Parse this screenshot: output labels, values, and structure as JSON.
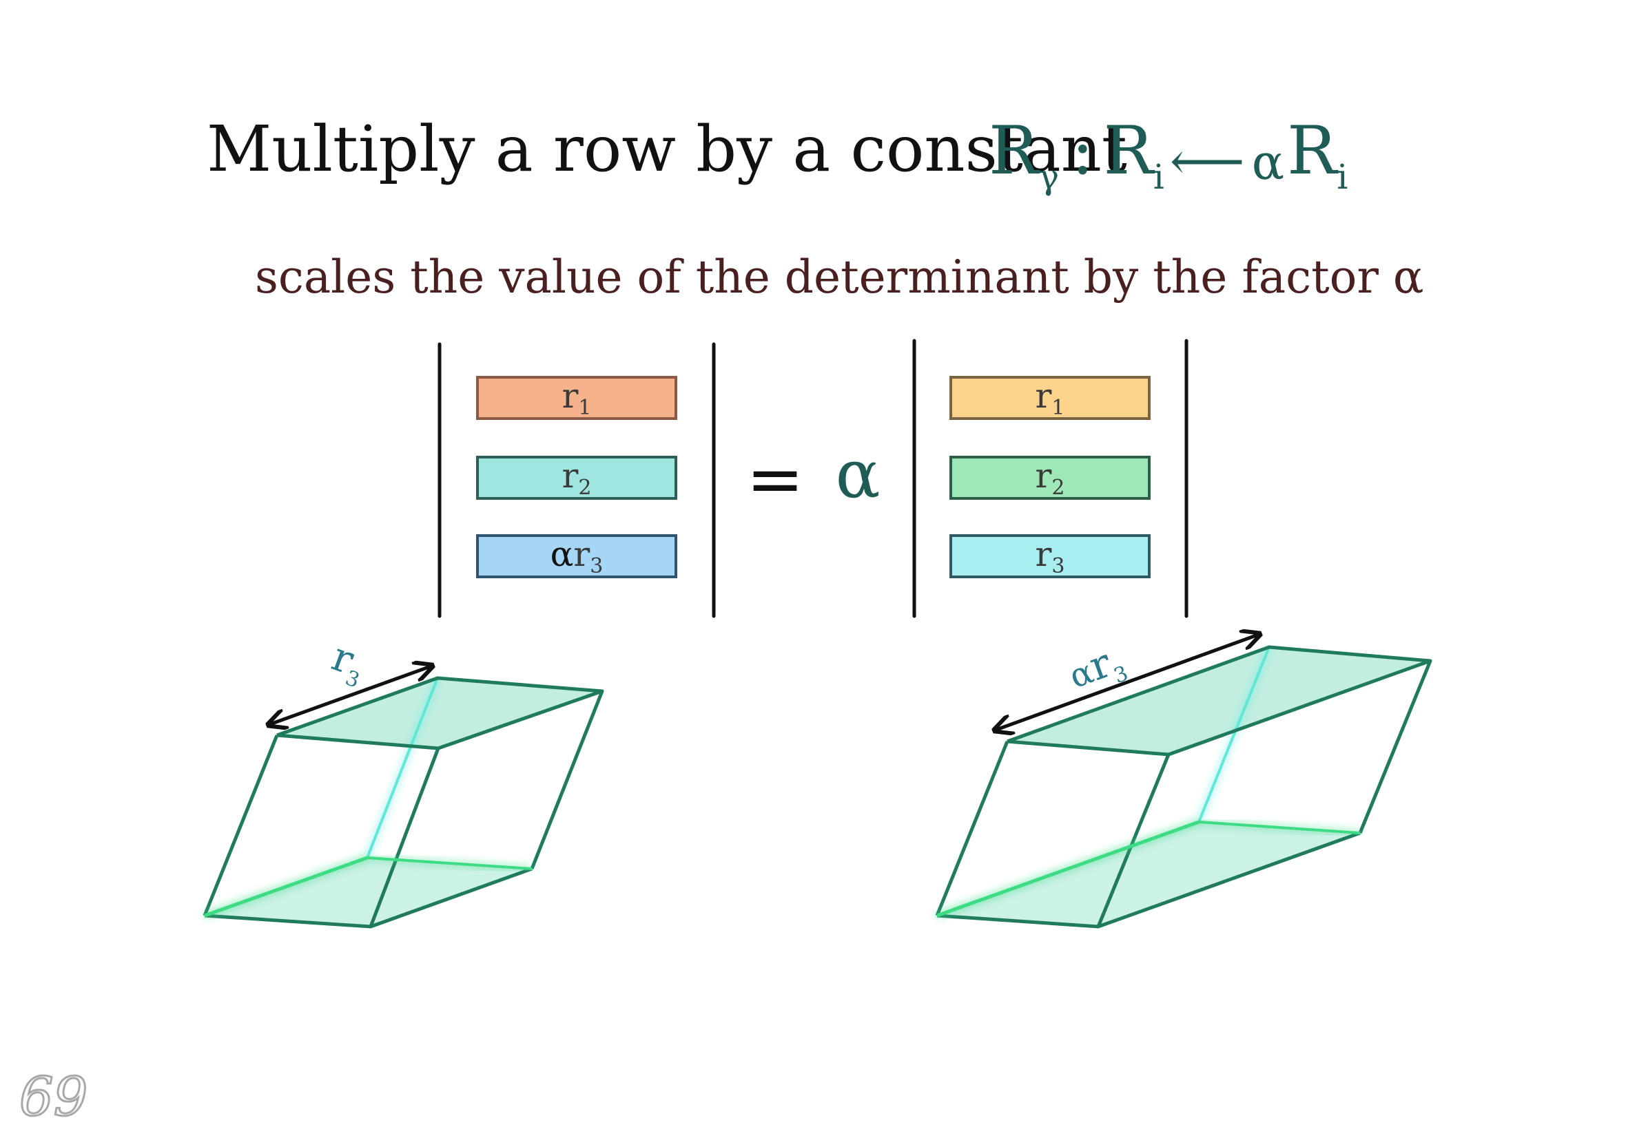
{
  "title": "Multiply a row by a constant",
  "formula": {
    "lhs": "R",
    "lhs_sub": "γ",
    "colon": ":",
    "target": "R",
    "target_sub": "i",
    "arrow": "⟵",
    "factor": "α",
    "source": "R",
    "source_sub": "i"
  },
  "subtitle": "scales the value of the determinant by the factor α",
  "equation": {
    "equals": "=",
    "factor": "α",
    "left_rows": [
      {
        "prefix": "",
        "label": "r",
        "sub": "1",
        "color": "#f6b38b",
        "stroke": "#8a5a44"
      },
      {
        "prefix": "",
        "label": "r",
        "sub": "2",
        "color": "#9fe6e0",
        "stroke": "#2e5e58"
      },
      {
        "prefix": "α",
        "label": "r",
        "sub": "3",
        "color": "#a6d6f5",
        "stroke": "#2e5470"
      }
    ],
    "right_rows": [
      {
        "prefix": "",
        "label": "r",
        "sub": "1",
        "color": "#fbd38d",
        "stroke": "#7a6440"
      },
      {
        "prefix": "",
        "label": "r",
        "sub": "2",
        "color": "#9ee8b8",
        "stroke": "#2e5e45"
      },
      {
        "prefix": "",
        "label": "r",
        "sub": "3",
        "color": "#a8eef0",
        "stroke": "#2e5a60"
      }
    ]
  },
  "solids": {
    "left_label": "r",
    "left_label_sub": "3",
    "right_label_prefix": "α",
    "right_label": "r",
    "right_label_sub": "3",
    "edge_color": "#1f7a5e",
    "face_color": "#8fe0c8",
    "glow_color": "#3ddc84"
  },
  "page_number": "69"
}
